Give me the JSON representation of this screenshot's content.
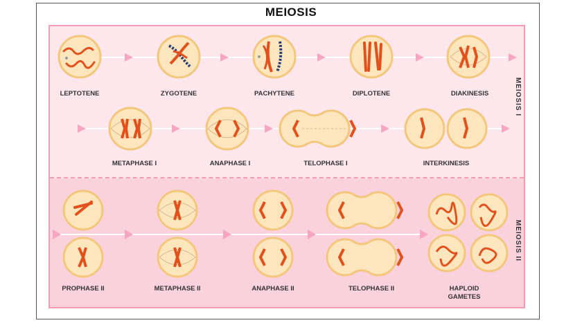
{
  "title": "MEIOSIS",
  "colors": {
    "chromosome": "#e2501c",
    "chromosome_dark": "#b83a12",
    "cell_fill": "#fde6bd",
    "cell_border": "#f3c77b",
    "panel_border": "#f29bb5",
    "arrow": "#f6a6c0"
  },
  "sections": {
    "meiosis1": "MEIOSIS I",
    "meiosis2": "MEIOSIS II"
  },
  "stages": {
    "leptotene": "LEPTOTENE",
    "zygotene": "ZYGOTENE",
    "pachytene": "PACHYTENE",
    "diplotene": "DIPLOTENE",
    "diakinesis": "DIAKINESIS",
    "metaphase1": "METAPHASE I",
    "anaphase1": "ANAPHASE I",
    "telophase1": "TELOPHASE I",
    "interkinesis": "INTERKINESIS",
    "prophase2": "PROPHASE II",
    "metaphase2": "METAPHASE II",
    "anaphase2": "ANAPHASE II",
    "telophase2": "TELOPHASE II",
    "haploid_gametes": "HAPLOID GAMETES"
  }
}
